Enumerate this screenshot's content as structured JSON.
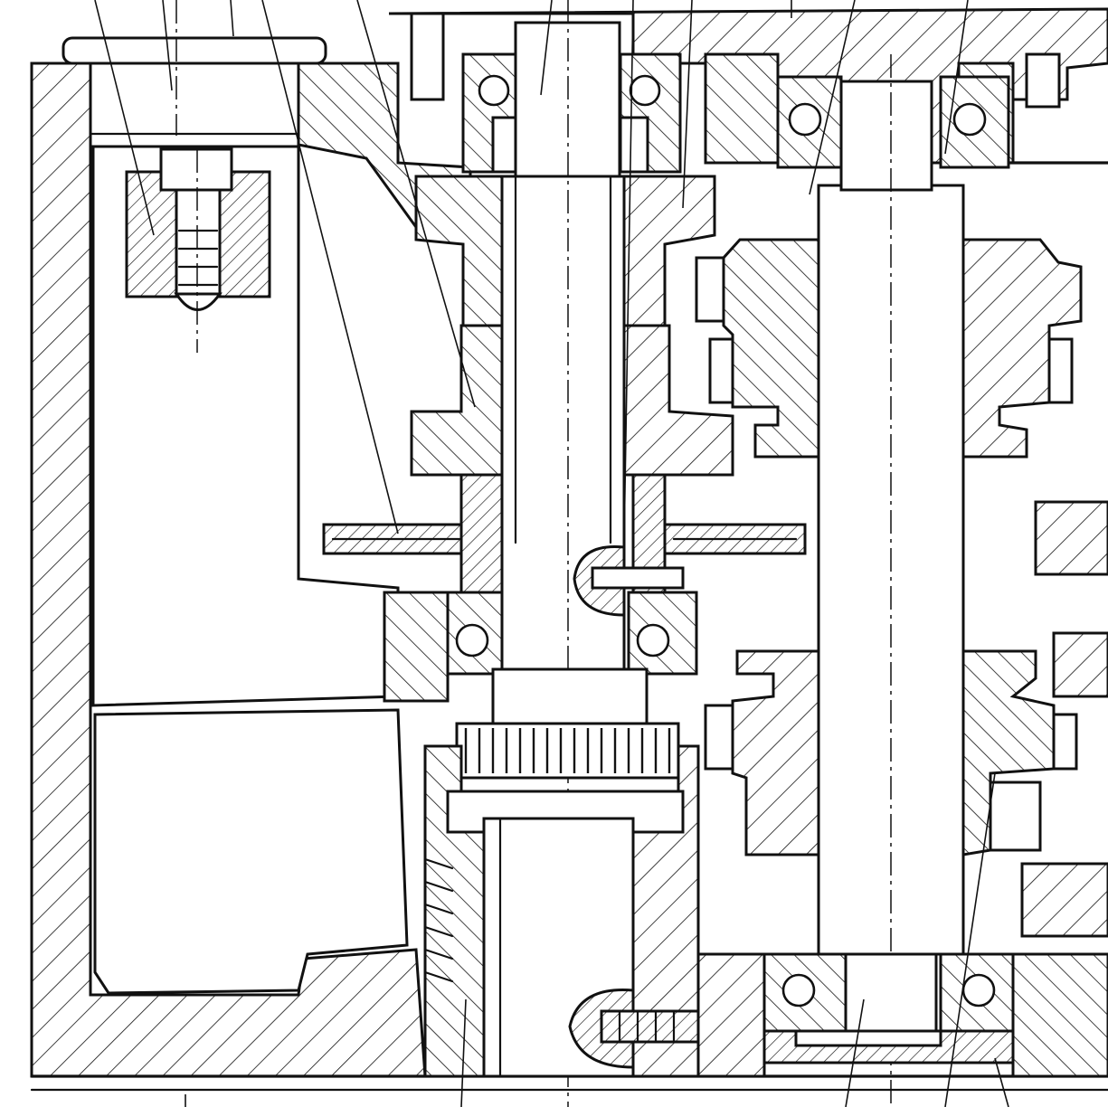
{
  "drawing": {
    "colors": {
      "ink": "#111111",
      "paper": "#ffffff"
    },
    "hatch_patterns": [
      "hatch-45",
      "hatch-135",
      "hatch-fine-45"
    ],
    "components": [
      "housing-wall",
      "top-cover-plug",
      "threaded-bushing",
      "main-vertical-shaft",
      "upper-shaft-bushing",
      "stepped-collar",
      "chain-sprocket",
      "ball-bearing-upper-left",
      "ball-bearing-upper-right",
      "ball-bearing-mid-left",
      "ball-bearing-mid-right",
      "spur-gear-teeth",
      "threaded-lower-sleeve",
      "lower-shaft",
      "right-vertical-shaft",
      "right-gear-cluster-upper",
      "right-gear-cluster-lower",
      "ball-bearing-right-top",
      "ball-bearing-right-bottom",
      "lower-retainer-plate",
      "set-screw-lower",
      "key-pin-middle"
    ]
  }
}
